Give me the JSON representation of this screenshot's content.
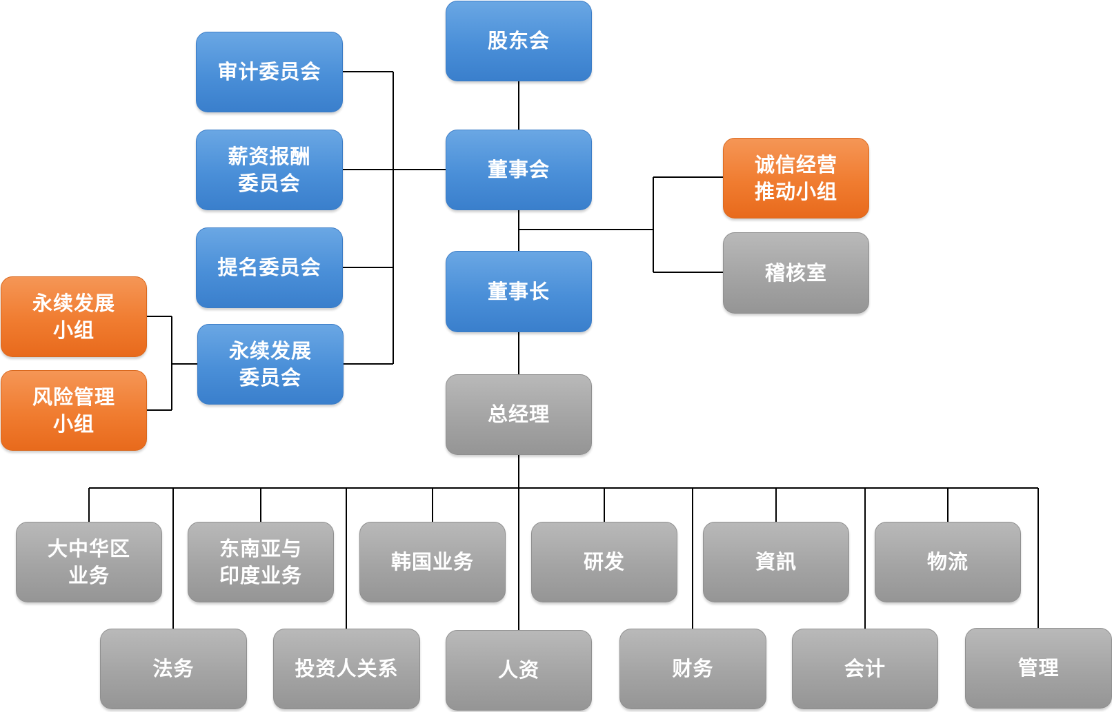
{
  "nodes": {
    "shareholders": "股东会",
    "board": "董事会",
    "chairman": "董事长",
    "general_manager": "总经理",
    "audit_committee": "审计委员会",
    "compensation_committee": "薪资报酬\n委员会",
    "nomination_committee": "提名委员会",
    "sustainability_committee": "永续发展\n委员会",
    "sustainability_group": "永续发展\n小组",
    "risk_group": "风险管理\n小组",
    "integrity_group": "诚信经营\n推动小组",
    "audit_office": "稽核室",
    "greater_china": "大中华区\n业务",
    "sea_india": "东南亚与\n印度业务",
    "korea": "韩国业务",
    "rnd": "研发",
    "it": "資訊",
    "logistics": "物流",
    "legal": "法务",
    "investor_relations": "投资人关系",
    "hr": "人资",
    "finance": "财务",
    "accounting": "会计",
    "management": "管理"
  },
  "colors": {
    "blue": "#4a8fd8",
    "orange": "#f07c30",
    "gray": "#a4a4a4",
    "connector": "#000000"
  }
}
